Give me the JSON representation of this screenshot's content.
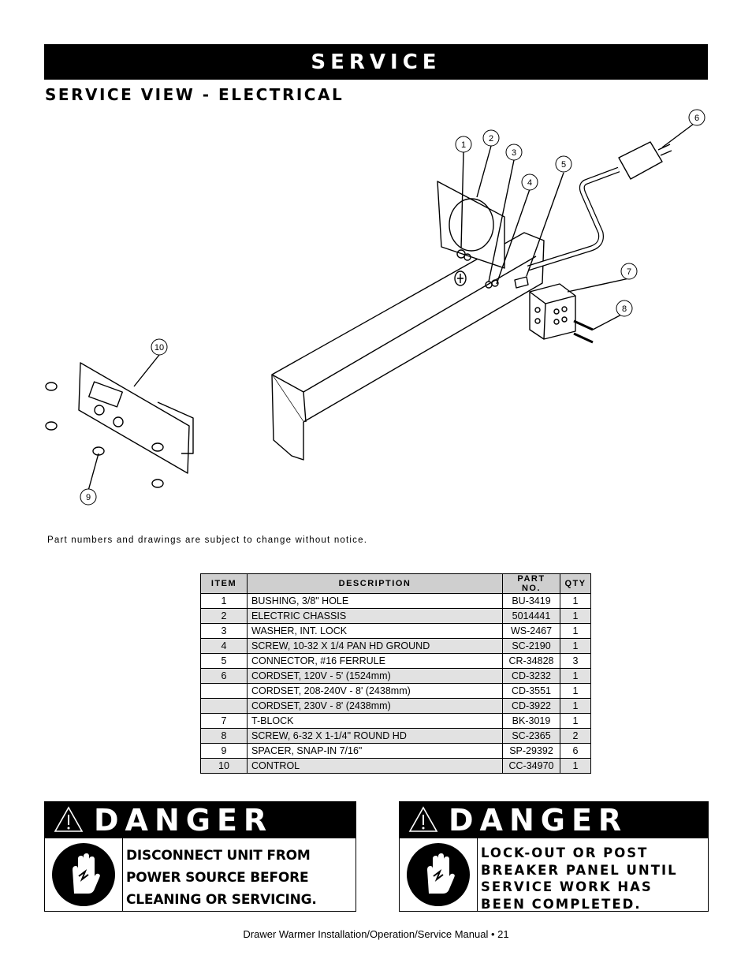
{
  "header": {
    "banner": "SERVICE",
    "section_title": "SERVICE VIEW - ELECTRICAL"
  },
  "diagram": {
    "callouts": [
      "1",
      "2",
      "3",
      "4",
      "5",
      "6",
      "7",
      "8",
      "9",
      "10"
    ]
  },
  "notice": "Part numbers and drawings are subject to change without notice.",
  "parts_table": {
    "headers": [
      "ITEM",
      "DESCRIPTION",
      "PART NO.",
      "QTY"
    ],
    "rows": [
      {
        "item": "1",
        "description": "BUSHING, 3/8\" HOLE",
        "part_no": "BU-3419",
        "qty": "1"
      },
      {
        "item": "2",
        "description": "ELECTRIC CHASSIS",
        "part_no": "5014441",
        "qty": "1"
      },
      {
        "item": "3",
        "description": "WASHER, INT. LOCK",
        "part_no": "WS-2467",
        "qty": "1"
      },
      {
        "item": "4",
        "description": "SCREW, 10-32 X 1/4 PAN HD GROUND",
        "part_no": "SC-2190",
        "qty": "1"
      },
      {
        "item": "5",
        "description": "CONNECTOR, #16 FERRULE",
        "part_no": "CR-34828",
        "qty": "3"
      },
      {
        "item": "6",
        "description": "CORDSET, 120V - 5' (1524mm)",
        "part_no": "CD-3232",
        "qty": "1"
      },
      {
        "item": "",
        "description": "CORDSET, 208-240V - 8' (2438mm)",
        "part_no": "CD-3551",
        "qty": "1"
      },
      {
        "item": "",
        "description": "CORDSET, 230V - 8' (2438mm)",
        "part_no": "CD-3922",
        "qty": "1"
      },
      {
        "item": "7",
        "description": "T-BLOCK",
        "part_no": "BK-3019",
        "qty": "1"
      },
      {
        "item": "8",
        "description": "SCREW, 6-32 X 1-1/4\" ROUND HD",
        "part_no": "SC-2365",
        "qty": "2"
      },
      {
        "item": "9",
        "description": "SPACER, SNAP-IN 7/16\"",
        "part_no": "SP-29392",
        "qty": "6"
      },
      {
        "item": "10",
        "description": "CONTROL",
        "part_no": "CC-34970",
        "qty": "1"
      }
    ]
  },
  "danger_left": {
    "title": "DANGER",
    "lines": [
      "DISCONNECT UNIT FROM",
      "POWER SOURCE BEFORE",
      "CLEANING OR SERVICING."
    ]
  },
  "danger_right": {
    "title": "DANGER",
    "lines": [
      "LOCK-OUT OR POST",
      "BREAKER PANEL UNTIL",
      "SERVICE WORK HAS",
      "BEEN COMPLETED."
    ]
  },
  "footer": "Drawer Warmer Installation/Operation/Service Manual • 21",
  "colors": {
    "banner_bg": "#000000",
    "table_header_bg": "#cfcfcf",
    "table_alt_row_bg": "#e2e2e2"
  },
  "icons": [
    "hand-shock-icon",
    "warning-triangle-icon"
  ]
}
